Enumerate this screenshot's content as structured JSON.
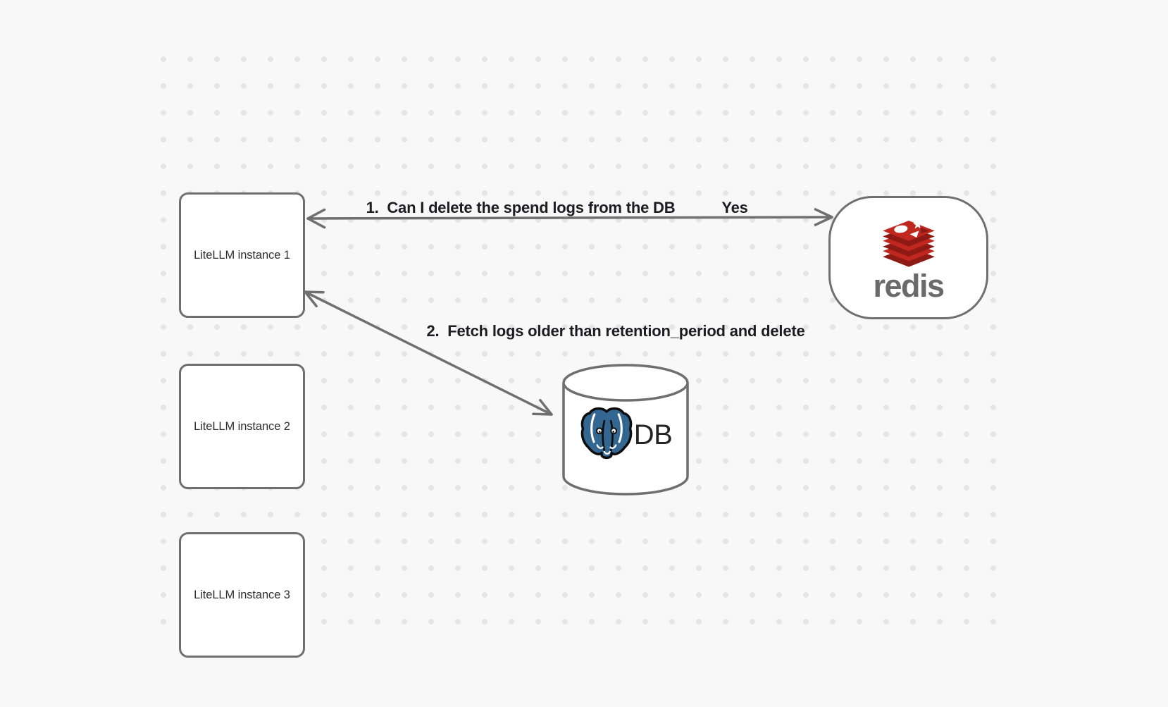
{
  "canvas": {
    "background_color": "#f8f8f8",
    "dot_color": "#e5e5e5"
  },
  "nodes": {
    "instance1": {
      "label": "LiteLLM instance 1"
    },
    "instance2": {
      "label": "LiteLLM instance 2"
    },
    "instance3": {
      "label": "LiteLLM instance 3"
    },
    "redis": {
      "label": "redis"
    },
    "database": {
      "label": "DB"
    }
  },
  "annotations": {
    "step1": "1.  Can I delete the spend logs from the DB",
    "step1_answer": "Yes",
    "step2": "2.  Fetch logs older than retention_period and delete"
  },
  "icons": {
    "redis": "redis-logo-icon",
    "postgres": "postgres-elephant-icon",
    "database": "database-cylinder-icon"
  },
  "colors": {
    "stroke_gray": "#6f6f6f",
    "text_dark": "#1d1d1f",
    "redis_red": "#c0281f",
    "redis_red_dark": "#8e1a15",
    "redis_wordmark_gray": "#6a6a6a",
    "postgres_blue": "#336791"
  }
}
